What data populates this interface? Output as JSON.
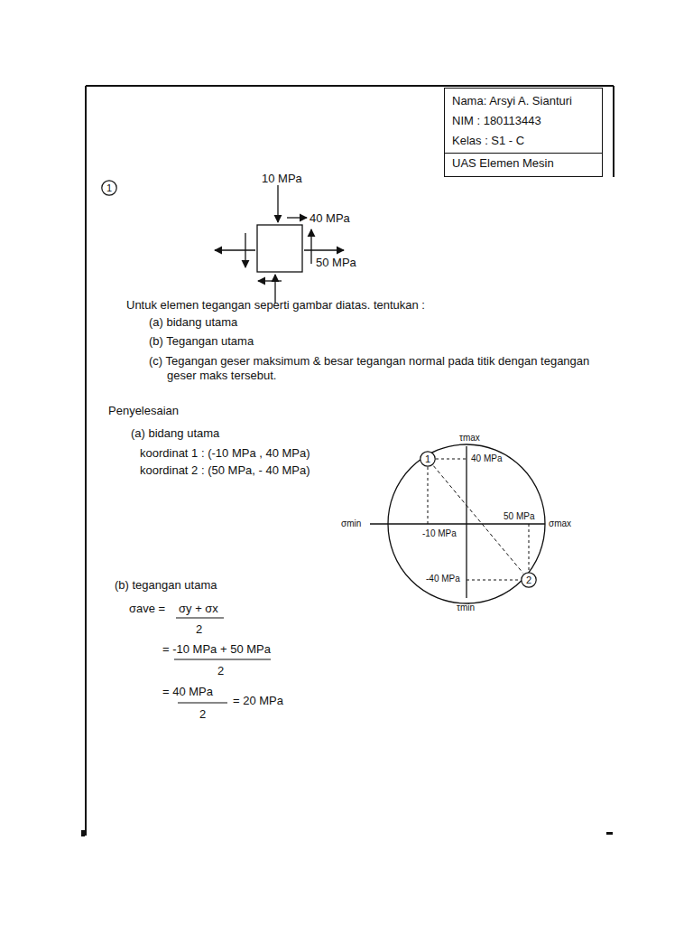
{
  "diagram": {
    "nodes": [
      {
        "text": [
          "Nama: Arsyi A. Sianturi",
          "NIM : 180113443",
          "Kelas : S1 - C",
          "UAS Elemen Mesin"
        ]
      },
      {
        "text": [
          "1"
        ]
      },
      {
        "text": [
          "1"
        ]
      },
      {
        "text": [
          "2"
        ]
      }
    ],
    "edges": [
      {
        "from": 2,
        "to": 3,
        "arrow": "none"
      }
    ],
    "labels": [
      "10 MPa",
      "40 MPa",
      "50 MPa",
      "Untuk elemen tegangan seperti gambar diatas. tentukan :",
      "(a) bidang utama",
      "(b) Tegangan utama",
      "(c) Tegangan geser maksimum & besar tegangan normal pada titik dengan tegangan geser maks tersebut.",
      "Penyelesaian",
      "(a) bidang utama",
      "koordinat 1 : (-10 MPa , 40 MPa)",
      "koordinat 2 : (50 MPa, - 40 MPa)",
      "τmax",
      "40 MPa",
      "σmin",
      "50 MPa",
      "σmax",
      "-10 MPa",
      "-40 MPa",
      "τmin",
      "(b) tegangan utama",
      "σave =",
      "σy + σx",
      "2",
      "= -10 MPa + 50 MPa",
      "2",
      "= 40 MPa",
      "2",
      "= 20 MPa"
    ]
  }
}
